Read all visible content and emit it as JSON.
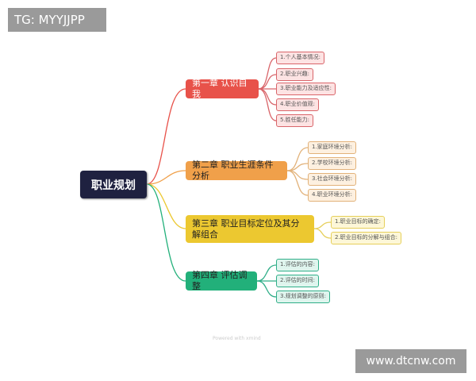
{
  "overlay": {
    "tg_label": "TG: MYYJJPP",
    "watermark": "www.dtcnw.com"
  },
  "footer": "Powered with xmind",
  "mindmap": {
    "root": "职业规划",
    "colors": {
      "root": "#1f2140",
      "ch1": "#e8524a",
      "ch2": "#f0a04a",
      "ch3": "#ecc830",
      "ch4": "#22b07a"
    },
    "chapters": [
      {
        "title": "第一章 认识自我",
        "items": [
          "1.个人基本情况:",
          "2.职业兴趣:",
          "3.职业能力及适应性:",
          "4.职业价值观:",
          "5.胜任能力:"
        ]
      },
      {
        "title": "第二章 职业生涯条件分析",
        "items": [
          "1.家庭环境分析:",
          "2.学校环境分析:",
          "3.社会环境分析:",
          "4.职业环境分析:"
        ]
      },
      {
        "title": "第三章 职业目标定位及其分解组合",
        "items": [
          "1.职业目标的确定:",
          "2.职业目标的分解与组合:"
        ]
      },
      {
        "title": "第四章 评估调整",
        "items": [
          "1.评估的内容:",
          "2.评估的时间:",
          "3.规划调整的原则:"
        ]
      }
    ]
  }
}
